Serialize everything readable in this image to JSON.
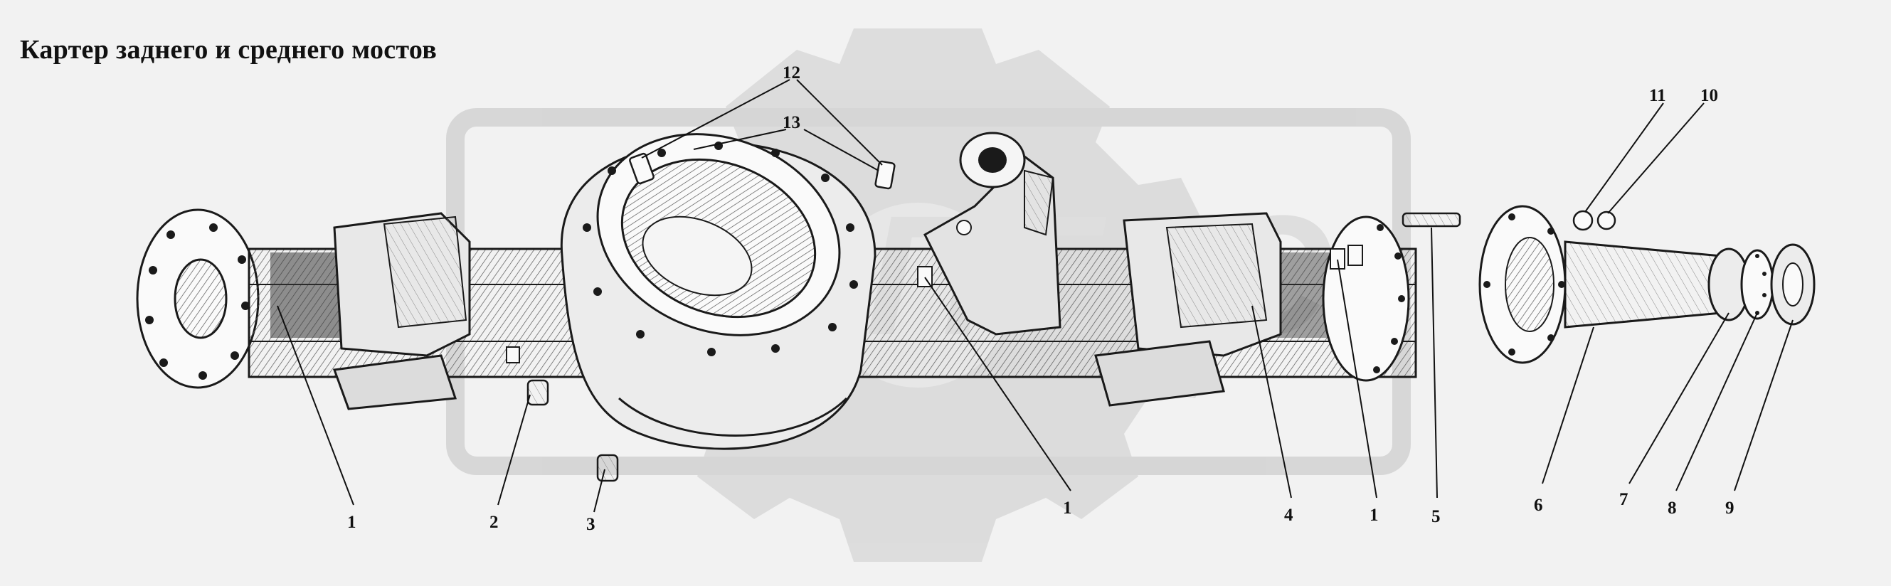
{
  "title": "Картер заднего и среднего мостов",
  "callouts": {
    "c1a": "1",
    "c2": "2",
    "c3": "3",
    "c1b": "1",
    "c4": "4",
    "c1c": "1",
    "c5": "5",
    "c6": "6",
    "c7": "7",
    "c8": "8",
    "c9": "9",
    "c10": "10",
    "c11": "11",
    "c12": "12",
    "c13": "13"
  },
  "watermark": {
    "color": "#d9d9d9",
    "icon": "gear-logo-watermark"
  },
  "colors": {
    "ink": "#1a1a1a",
    "paper": "#f2f2f2"
  }
}
